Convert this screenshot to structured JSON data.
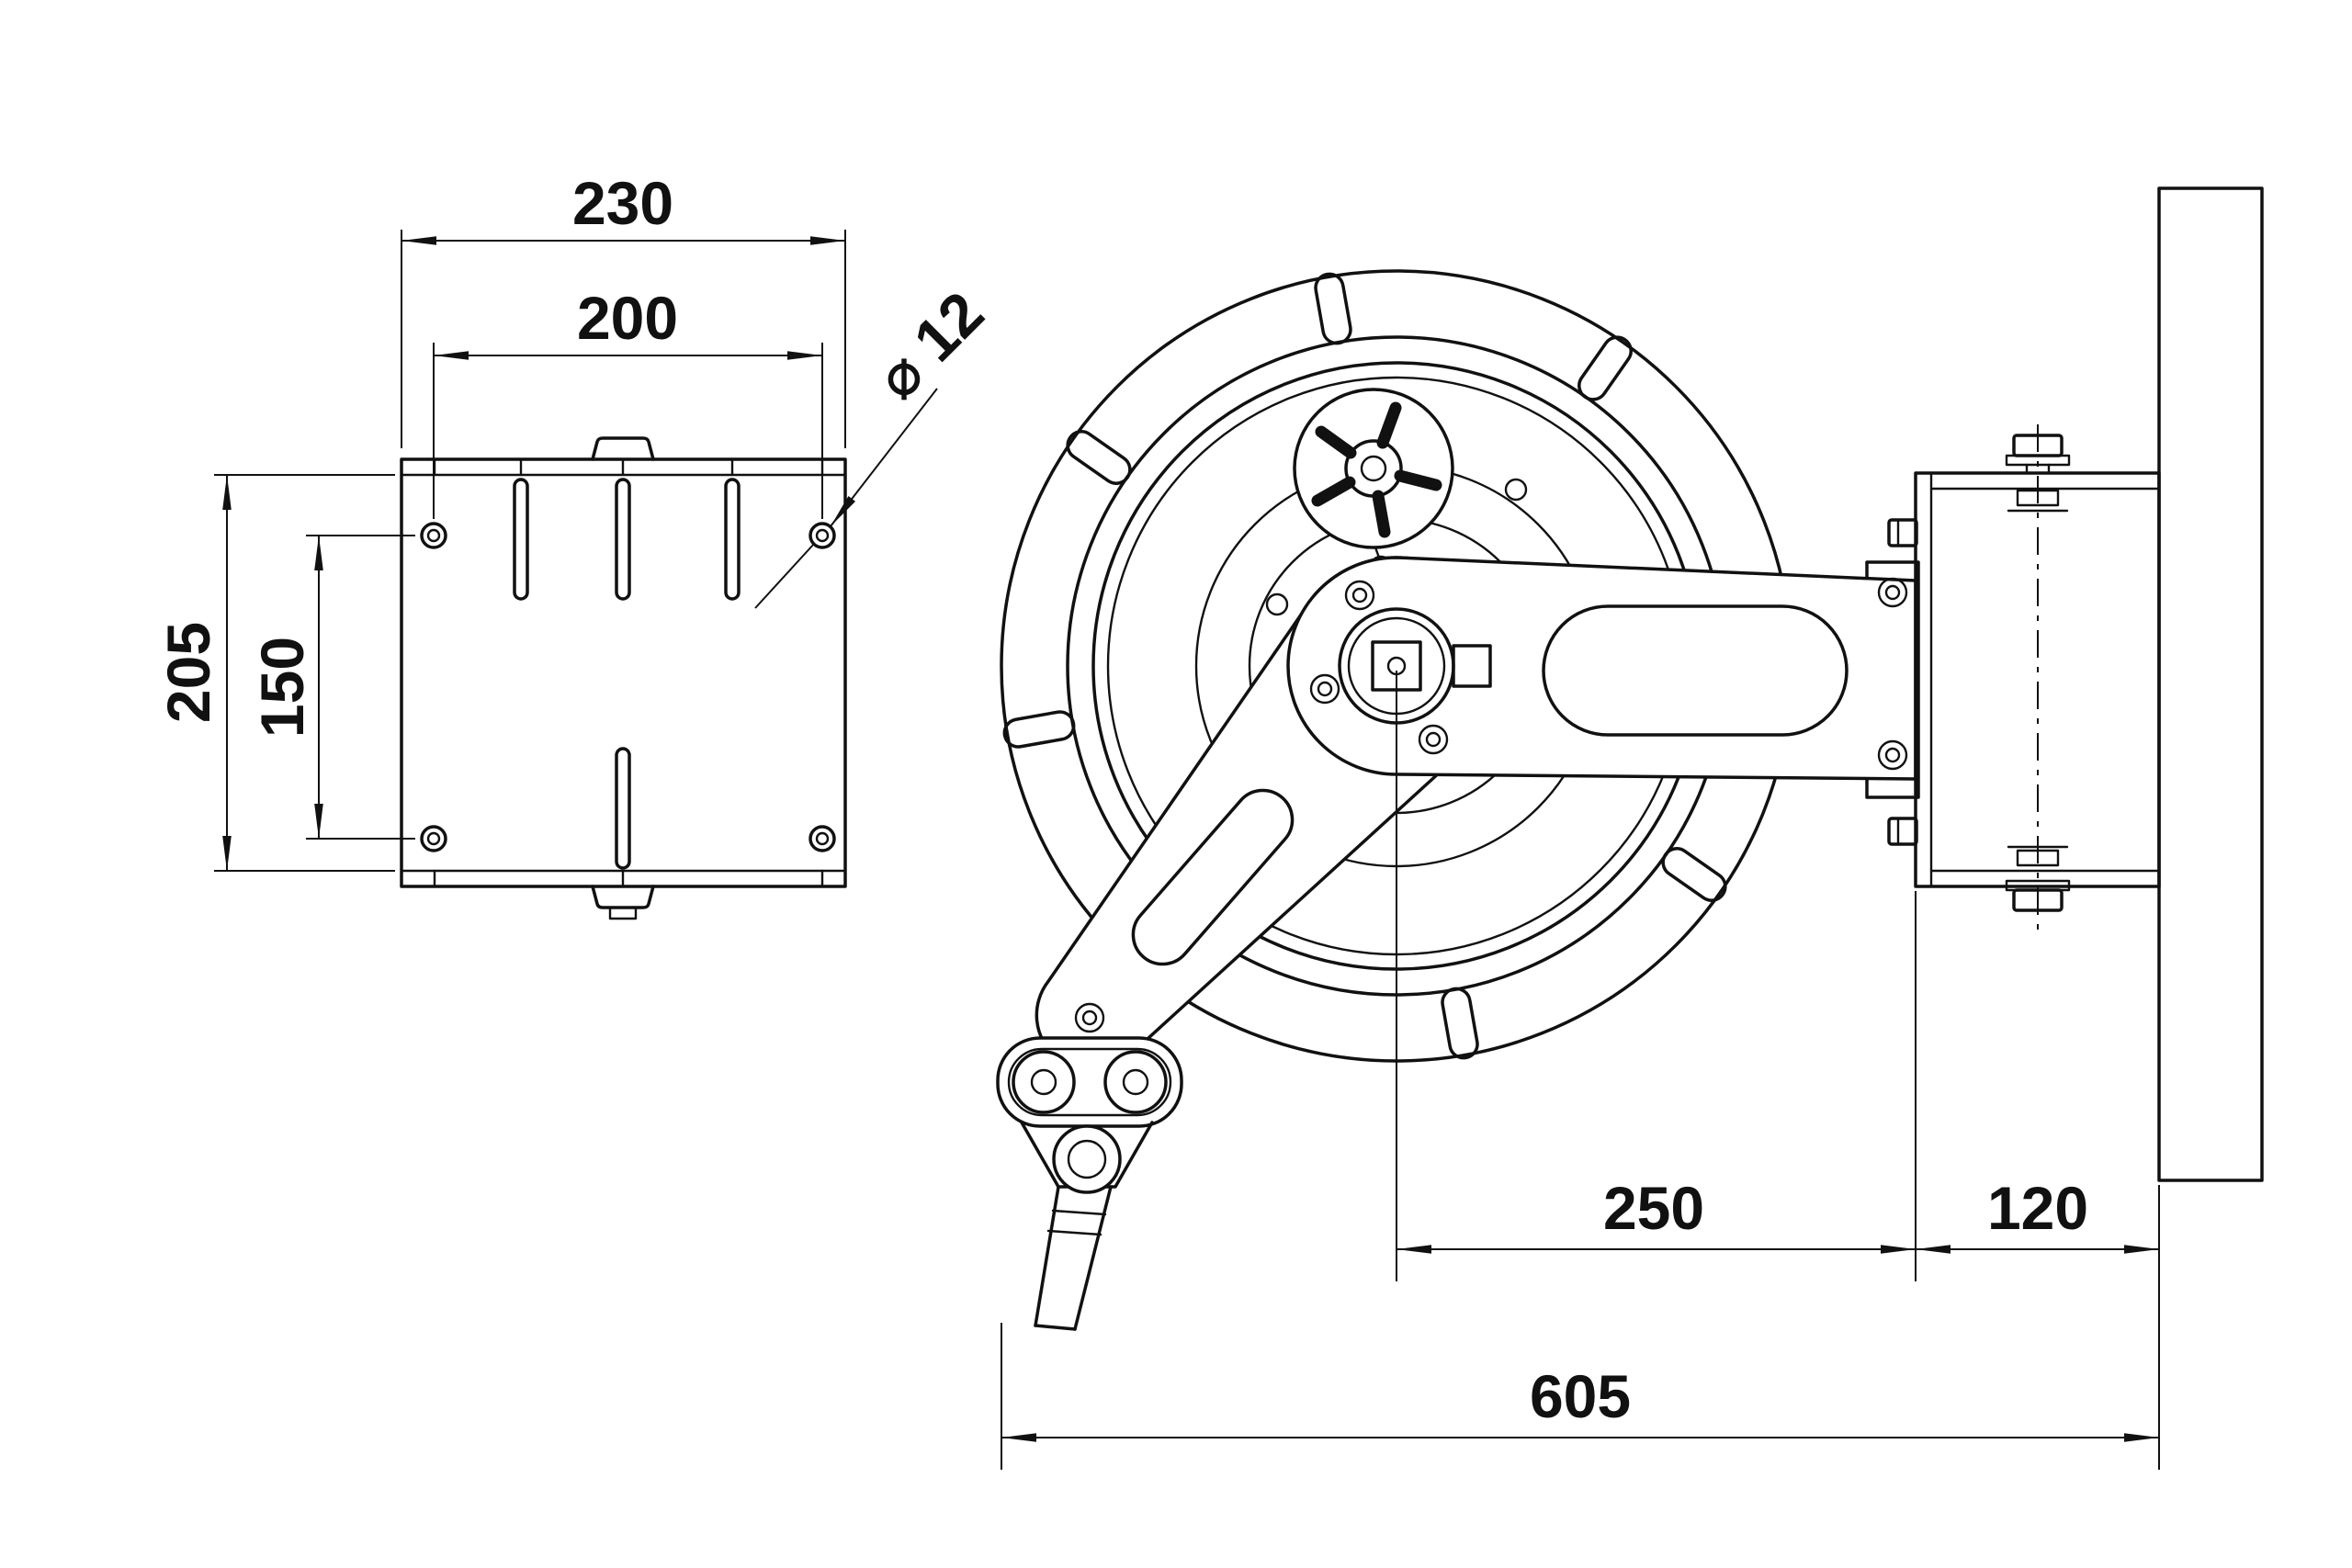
{
  "colors": {
    "ink": "#111111",
    "paper": "#ffffff"
  },
  "drawing": {
    "front_view": {
      "dim_width_overall": "230",
      "dim_width_holes": "200",
      "dim_height_overall": "205",
      "dim_height_holes": "150",
      "dim_hole_diameter": "⌀ 12"
    },
    "side_view": {
      "dim_hub_to_bracket": "250",
      "dim_bracket_to_wall": "120",
      "dim_overall": "605"
    }
  }
}
